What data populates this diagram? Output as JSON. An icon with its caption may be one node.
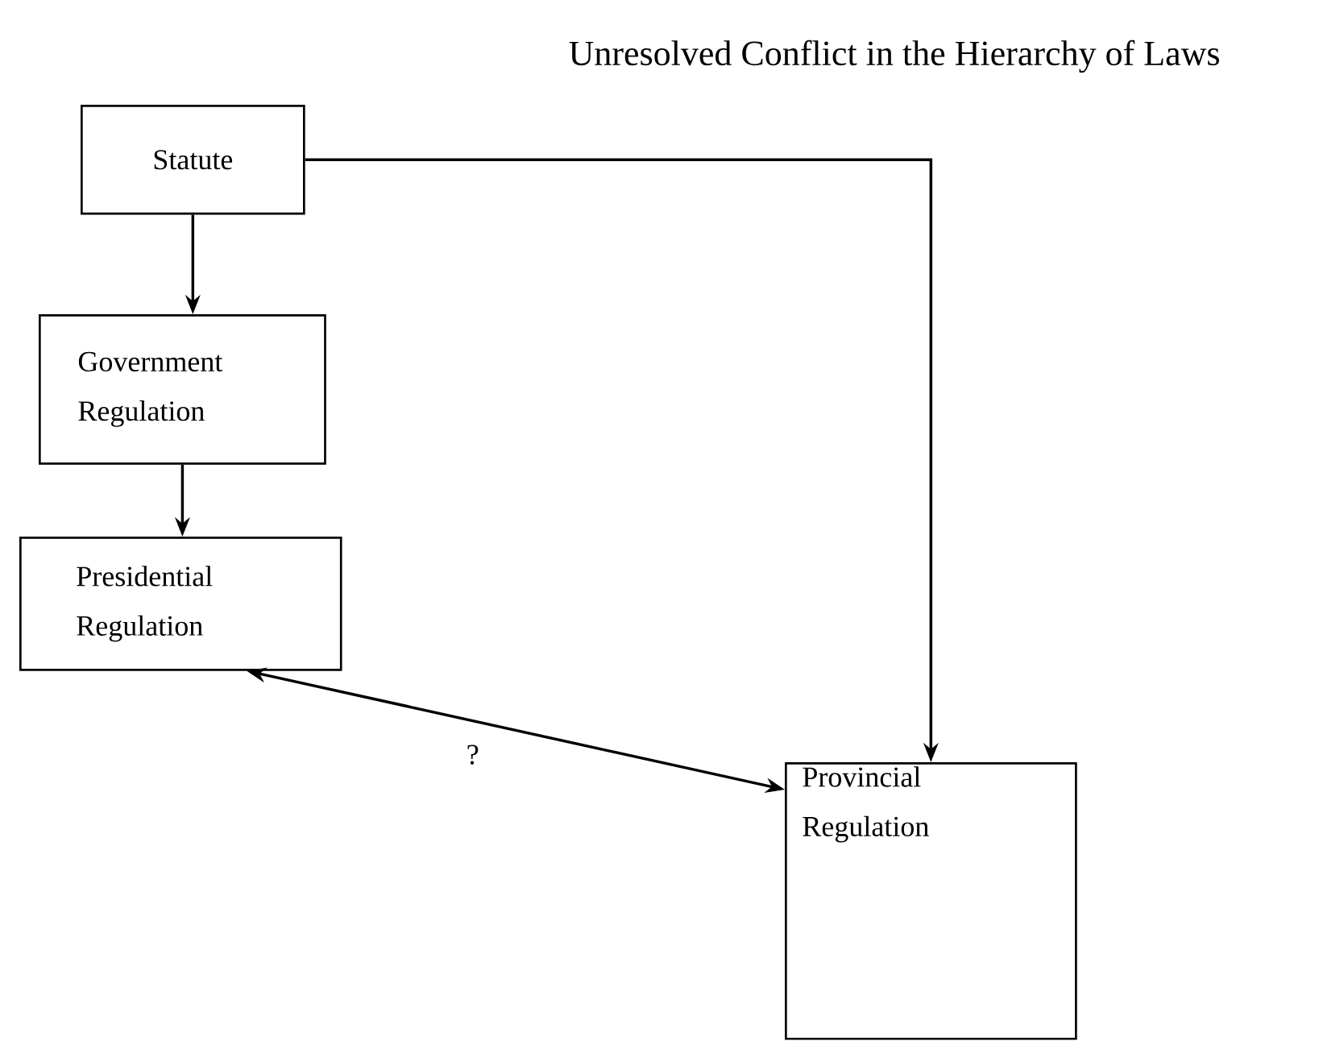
{
  "diagram": {
    "title": "Unresolved Conflict in the Hierarchy of Laws",
    "nodes": [
      {
        "text": [
          "Statute"
        ]
      },
      {
        "text": [
          "Government Regulation"
        ]
      },
      {
        "text": [
          "Presidential Regulation"
        ]
      },
      {
        "text": [
          "Provincial Regulation"
        ]
      }
    ],
    "edges": [
      {
        "from": 0,
        "to": 1,
        "arrow": "to"
      },
      {
        "from": 1,
        "to": 2,
        "arrow": "to"
      },
      {
        "from": 0,
        "to": 3,
        "arrow": "to"
      },
      {
        "from": 2,
        "to": 3,
        "arrow": "both",
        "label": "?"
      }
    ]
  }
}
